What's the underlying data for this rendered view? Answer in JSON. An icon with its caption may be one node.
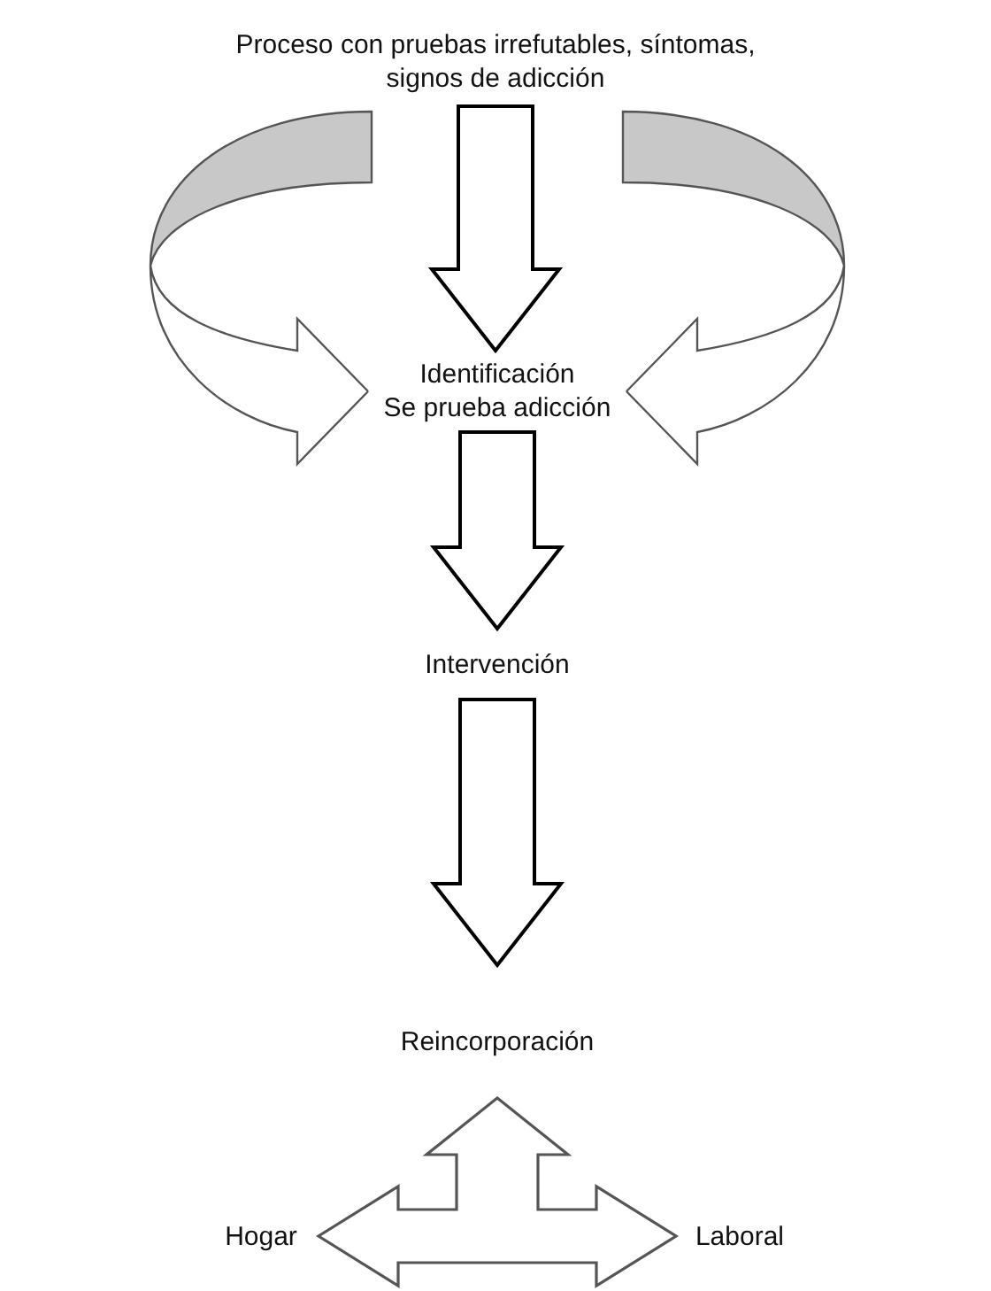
{
  "diagram": {
    "nodes": [
      {
        "text": [
          "Proceso con pruebas irrefutables, síntomas, signos de adicción"
        ]
      },
      {
        "text": [
          "Identificación",
          "Se prueba adicción"
        ]
      },
      {
        "text": [
          "Intervención"
        ]
      },
      {
        "text": [
          "Reincorporación"
        ]
      },
      {
        "text": [
          "Hogar"
        ]
      },
      {
        "text": [
          "Laboral"
        ]
      }
    ],
    "edges": [
      {
        "from": 0,
        "to": 1,
        "arrow": "to"
      },
      {
        "from": null,
        "to": 1,
        "arrow": "to"
      },
      {
        "from": null,
        "to": 1,
        "arrow": "to"
      },
      {
        "from": 1,
        "to": 2,
        "arrow": "to"
      },
      {
        "from": 2,
        "to": 3,
        "arrow": "to"
      },
      {
        "from": 3,
        "to": 4,
        "arrow": "both"
      },
      {
        "from": 3,
        "to": 5,
        "arrow": "both"
      }
    ]
  }
}
